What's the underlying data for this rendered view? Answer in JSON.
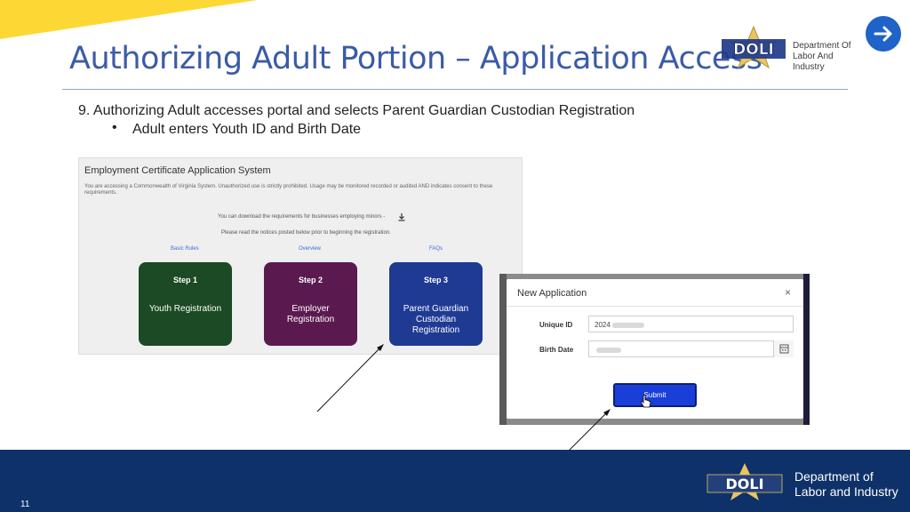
{
  "slide": {
    "title": "Authorizing Adult Portion – Application Access",
    "step_text": "9.  Authorizing Adult accesses portal and selects Parent Guardian Custodian Registration",
    "bullet_text": "Adult enters Youth ID and Birth Date",
    "page_number": "11"
  },
  "logo": {
    "badge_text": "DOLI",
    "org_line1": "Department Of",
    "org_line2": "Labor And Industry"
  },
  "footer": {
    "badge_text": "DOLI",
    "org_line1": "Department of",
    "org_line2": "Labor and Industry"
  },
  "nav": {
    "next_icon": "arrow-right-icon"
  },
  "portal": {
    "title": "Employment Certificate Application System",
    "notice": "You are accessing a Commonwealth of Virginia System. Unauthorized use is strictly prohibited. Usage may be monitored recorded or audited AND indicates consent to these requirements.",
    "download_text": "You can download the requirements for businesses employing minors -",
    "read_text": "Please read the notices posted below prior to beginning the registration.",
    "links": [
      "Basic Rules",
      "Overview",
      "FAQs"
    ],
    "steps": [
      {
        "number": "Step 1",
        "name": "Youth Registration",
        "color": "#1B4A24"
      },
      {
        "number": "Step 2",
        "name": "Employer Registration",
        "color": "#5B1A4F"
      },
      {
        "number": "Step 3",
        "name": "Parent Guardian Custodian Registration",
        "color": "#1F3A93"
      }
    ]
  },
  "dialog": {
    "title": "New Application",
    "close_symbol": "×",
    "unique_id_label": "Unique ID",
    "unique_id_value": "2024",
    "birth_date_label": "Birth Date",
    "birth_date_value": "",
    "submit_label": "Submit"
  },
  "colors": {
    "title": "#3B5BA7",
    "accent_yellow": "#FDD835",
    "footer": "#0E3169",
    "next_button": "#1F62C8",
    "submit": "#1a3fd8"
  }
}
